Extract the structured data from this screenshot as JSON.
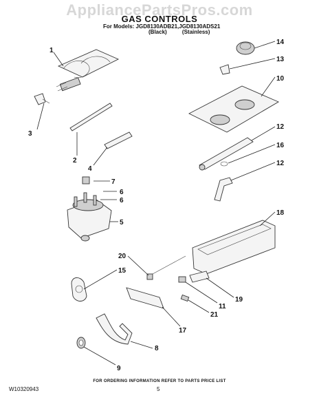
{
  "watermark": "AppliancePartsPros.com",
  "header": {
    "title": "GAS CONTROLS",
    "models": "For Models: JGD8130ADB21,JGD8130ADS21",
    "color_black": "(Black)",
    "color_stainless": "(Stainless)"
  },
  "callouts": [
    "1",
    "2",
    "3",
    "4",
    "5",
    "6",
    "6",
    "7",
    "8",
    "9",
    "10",
    "11",
    "12",
    "12",
    "13",
    "14",
    "15",
    "16",
    "17",
    "18",
    "19",
    "20",
    "21"
  ],
  "footer": {
    "note": "FOR ORDERING INFORMATION REFER TO PARTS PRICE LIST",
    "doc_number": "W10320943",
    "page_number": "5"
  }
}
